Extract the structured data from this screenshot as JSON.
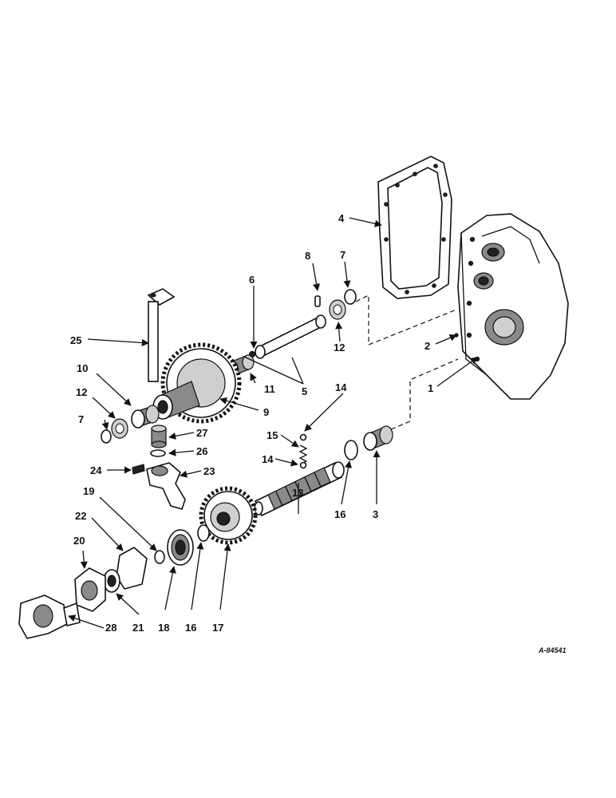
{
  "diagram": {
    "drawing_code": "A-84541",
    "callouts": [
      "1",
      "2",
      "3",
      "4",
      "5",
      "6",
      "7",
      "7",
      "8",
      "9",
      "10",
      "11",
      "12",
      "12",
      "13",
      "14",
      "14",
      "15",
      "16",
      "16",
      "17",
      "18",
      "19",
      "20",
      "21",
      "22",
      "23",
      "24",
      "25",
      "26",
      "27",
      "28"
    ]
  }
}
